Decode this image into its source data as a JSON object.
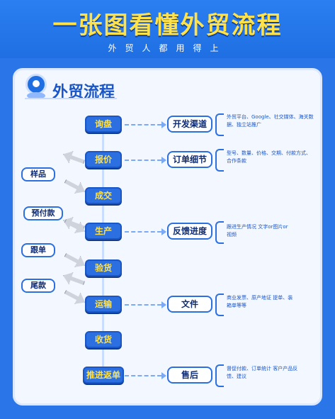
{
  "header": {
    "title": "一张图看懂外贸流程",
    "subtitle": "外贸人都用得上"
  },
  "section": {
    "heading": "外贸流程"
  },
  "steps": [
    {
      "label": "询盘"
    },
    {
      "label": "报价"
    },
    {
      "label": "成交"
    },
    {
      "label": "生产"
    },
    {
      "label": "验货"
    },
    {
      "label": "运输"
    },
    {
      "label": "收货"
    },
    {
      "label": "推进返单"
    }
  ],
  "right_items": [
    {
      "label": "开发渠道",
      "desc": "外贸平台、Google、社交媒体、海关数据、独立站推广"
    },
    {
      "label": "订单细节",
      "desc": "型号、数量、价格、交期、付款方式、合作条款"
    },
    {
      "label": "反馈进度",
      "desc": "跟进生产情况 文字or图片or视频"
    },
    {
      "label": "文件",
      "desc": "商业发票、原产地证 提单、装箱单等等"
    },
    {
      "label": "售后",
      "desc": "督促付款、订单统计 客户产品反馈、建议"
    }
  ],
  "left_items": [
    {
      "label": "样品"
    },
    {
      "label": "预付款"
    },
    {
      "label": "跟单"
    },
    {
      "label": "尾款"
    }
  ],
  "colors": {
    "background": "#2a76e8",
    "title_yellow": "#ffe24a",
    "step_blue": "#2b6fe1",
    "panel": "#f3f7ff"
  },
  "icons": {
    "heading_icon": "location-pin-icon",
    "flow_arrows": "gray-arrow-icon"
  }
}
